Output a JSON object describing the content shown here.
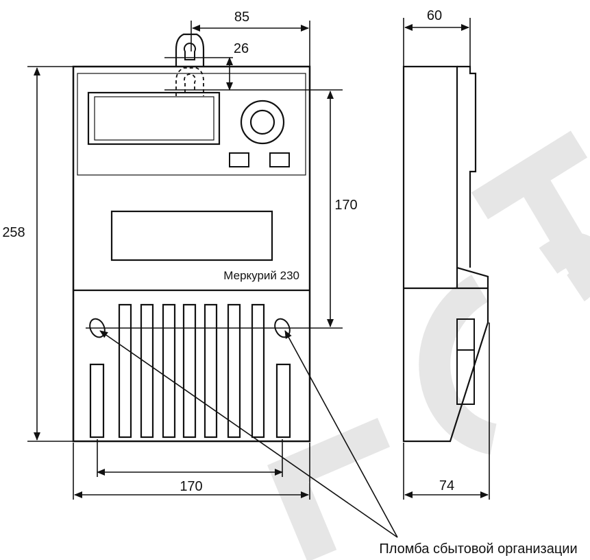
{
  "dimensions": {
    "top_width": "85",
    "mount_offset": "26",
    "height": "258",
    "inner_height": "170",
    "bottom_inner_width": "170",
    "side_depth_top": "60",
    "side_depth_bottom": "74"
  },
  "labels": {
    "model": "Меркурий 230",
    "seal_caption": "Пломба сбытовой организации"
  },
  "colors": {
    "line": "#111111",
    "watermark": "#e6e6e6"
  }
}
